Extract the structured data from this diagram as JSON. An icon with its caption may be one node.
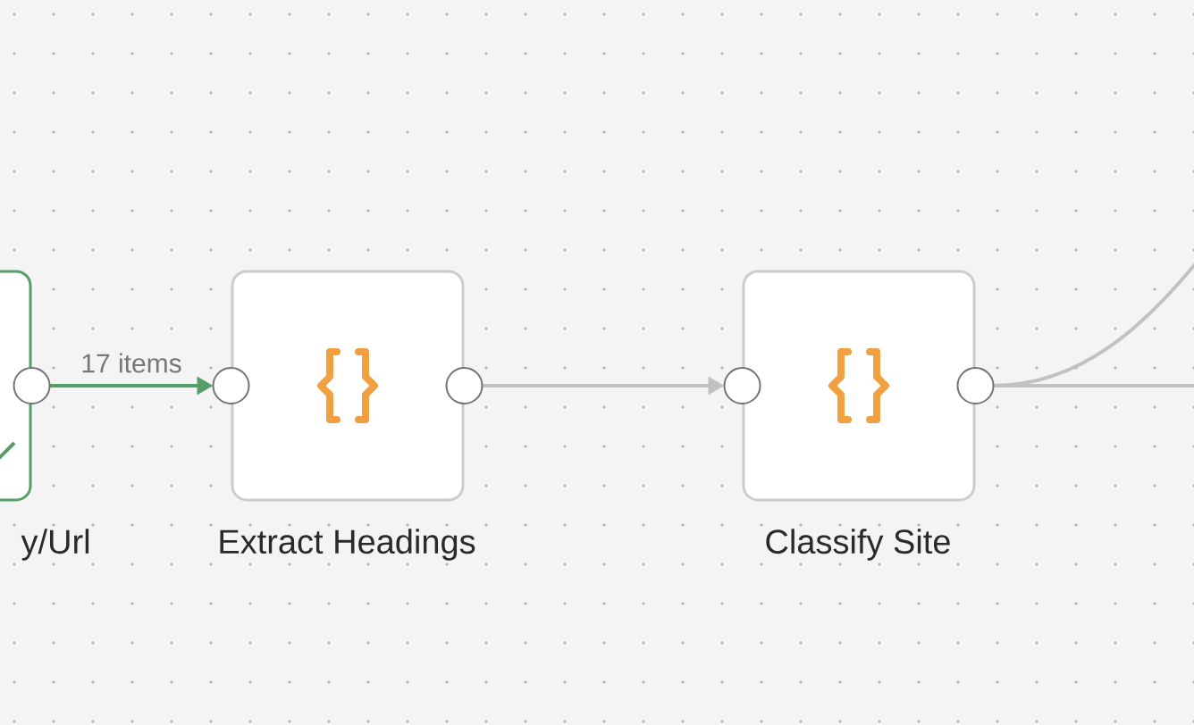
{
  "diagram": {
    "nodes": [
      {
        "text": [
          "y/Url"
        ]
      },
      {
        "text": [
          "Extract Headings"
        ]
      },
      {
        "text": [
          "Classify Site"
        ]
      }
    ],
    "edges": [
      {
        "from": 0,
        "to": 1,
        "arrow": "to",
        "label": "17 items",
        "color": "#55a068"
      },
      {
        "from": 1,
        "to": 2,
        "arrow": "to"
      },
      {
        "from": 2,
        "to": null,
        "arrow": "none"
      },
      {
        "from": 2,
        "to": null,
        "arrow": "none"
      }
    ]
  }
}
